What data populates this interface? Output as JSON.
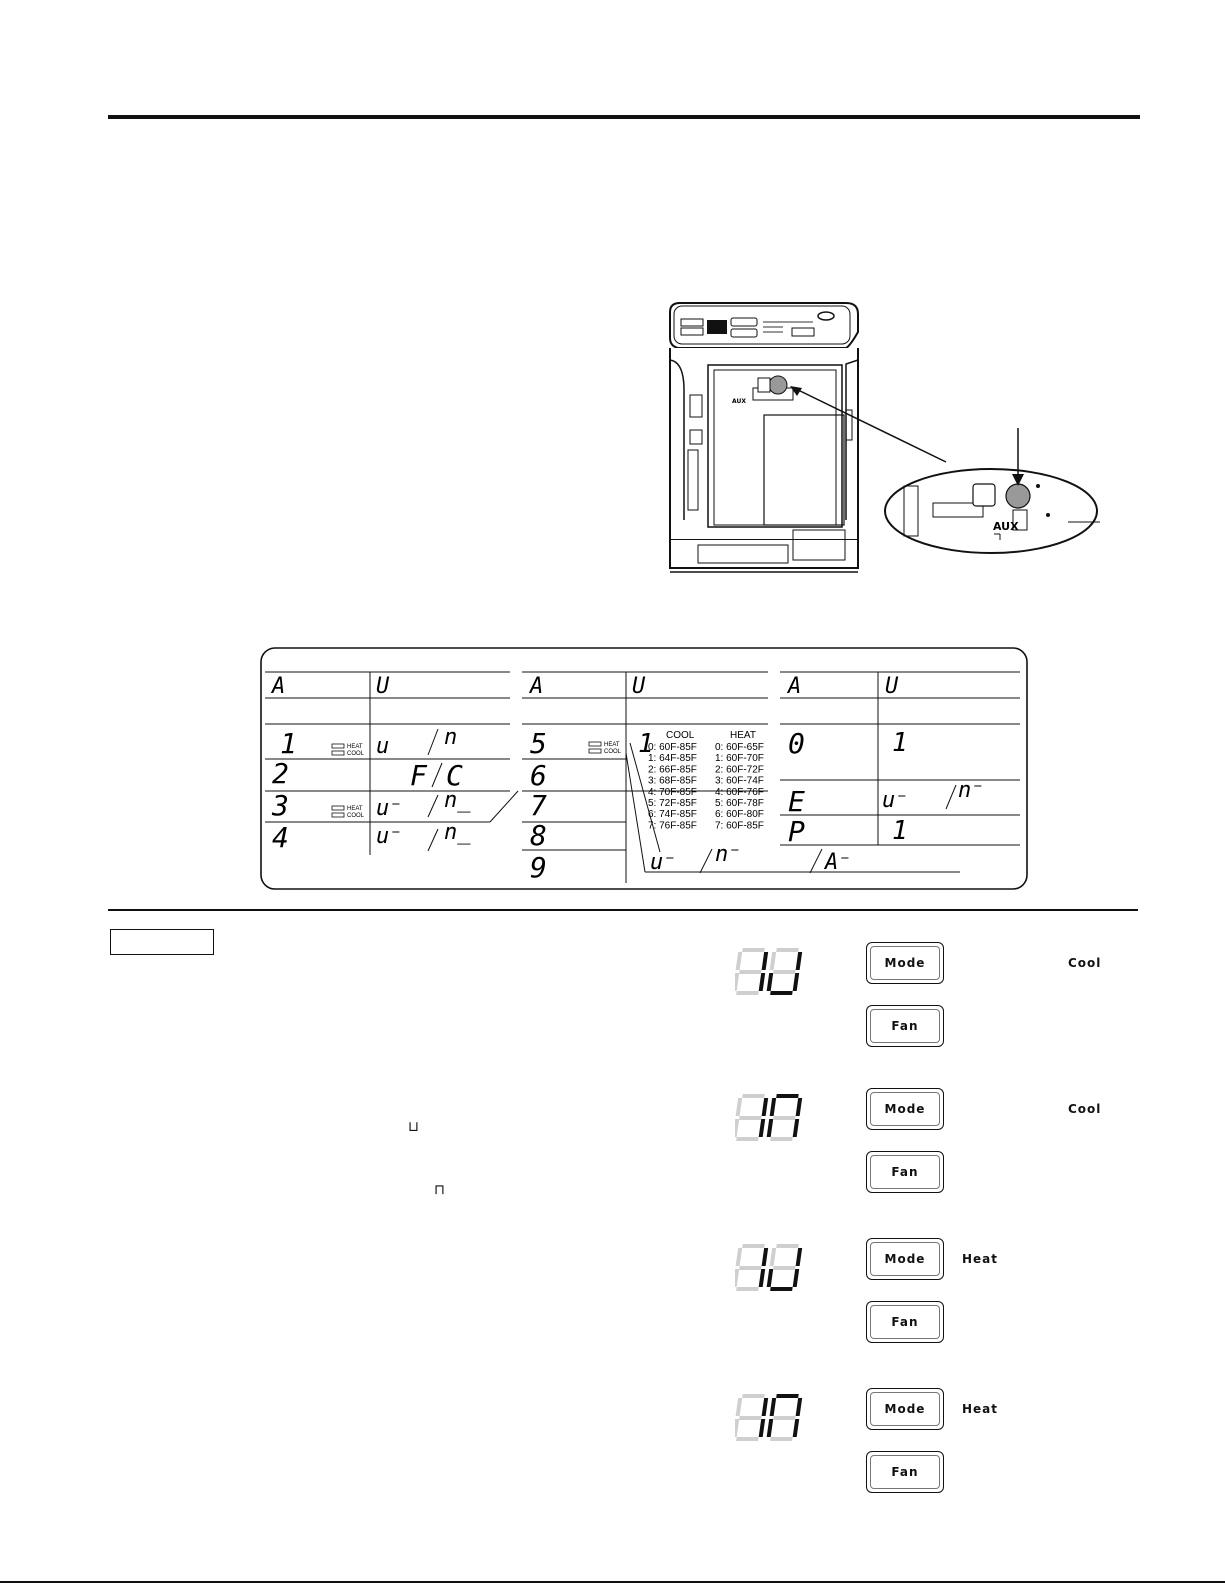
{
  "table": {
    "headers": {
      "a": "A",
      "u": "U"
    },
    "col1": {
      "rows": [
        {
          "code": "1",
          "leds": [
            "HEAT",
            "COOL"
          ],
          "vals": [
            "u",
            "n"
          ]
        },
        {
          "code": "2",
          "vals": [
            "F",
            "C"
          ]
        },
        {
          "code": "3",
          "leds": [
            "HEAT",
            "COOL"
          ],
          "vals": [
            "u⁻",
            "n_"
          ]
        },
        {
          "code": "4",
          "vals": [
            "u⁻",
            "n_"
          ]
        }
      ]
    },
    "col2": {
      "rows": [
        {
          "code": "5",
          "leds": [
            "HEAT",
            "COOL"
          ]
        },
        {
          "code": "6"
        },
        {
          "code": "7"
        },
        {
          "code": "8"
        },
        {
          "code": "9"
        }
      ],
      "range_digit": "1",
      "range_headers": [
        "COOL",
        "HEAT"
      ],
      "cool_ranges": [
        "0: 60F-85F",
        "1: 64F-85F",
        "2: 66F-85F",
        "3: 68F-85F",
        "4: 70F-85F",
        "5: 72F-85F",
        "6: 74F-85F",
        "7: 76F-85F"
      ],
      "heat_ranges": [
        "0: 60F-65F",
        "1: 60F-70F",
        "2: 60F-72F",
        "3: 60F-74F",
        "4: 60F-76F",
        "5: 60F-78F",
        "6: 60F-80F",
        "7: 60F-85F"
      ],
      "bottom_vals": [
        "u⁻",
        "n⁻",
        "A⁻"
      ]
    },
    "col3": {
      "rows": [
        {
          "code": "0",
          "vals": [
            "1"
          ]
        },
        {
          "code": "E",
          "vals": [
            "u⁻",
            "n⁻"
          ]
        },
        {
          "code": "P",
          "vals": [
            "1"
          ]
        }
      ]
    }
  },
  "diagram": {
    "aux_label": "AUX",
    "aux_label_small": "AUX"
  },
  "steps": [
    {
      "display": "1u",
      "mode_button": "Mode",
      "fan_button": "Fan",
      "mode_text": "Cool"
    },
    {
      "display": "1n",
      "mode_button": "Mode",
      "fan_button": "Fan",
      "mode_text": "Cool"
    },
    {
      "display": "1u",
      "mode_button": "Mode",
      "fan_button": "Fan",
      "mode_text": "Heat"
    },
    {
      "display": "1n",
      "mode_button": "Mode",
      "fan_button": "Fan",
      "mode_text": "Heat"
    }
  ],
  "glyphs": {
    "low": "⊔",
    "high": "⊓"
  }
}
